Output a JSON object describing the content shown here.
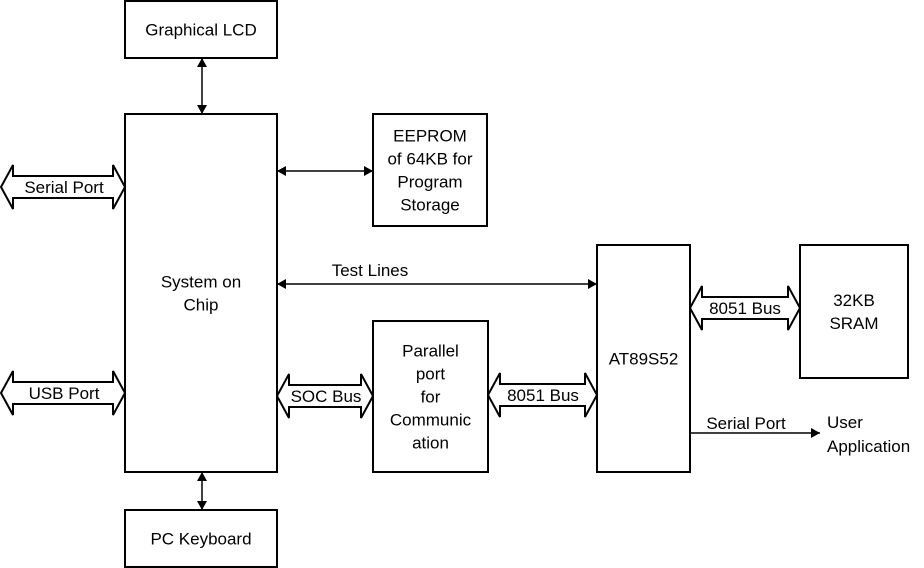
{
  "blocks": {
    "lcd": [
      "Graphical LCD"
    ],
    "soc": [
      "System on",
      "Chip"
    ],
    "keyboard": [
      "PC Keyboard"
    ],
    "eeprom": [
      "EEPROM",
      "of 64KB for",
      "Program",
      "Storage"
    ],
    "parallel": [
      "Parallel",
      "port",
      "for",
      "Communic",
      "ation"
    ],
    "mcu": [
      "AT89S52"
    ],
    "sram": [
      "32KB",
      "SRAM"
    ]
  },
  "connections": {
    "serial_port_left": "Serial Port",
    "usb_port": "USB Port",
    "soc_bus": "SOC Bus",
    "bus_8051_a": "8051 Bus",
    "bus_8051_b": "8051 Bus",
    "test_lines": "Test Lines",
    "serial_port_right": "Serial Port",
    "user_application": [
      "User",
      "Application"
    ]
  }
}
